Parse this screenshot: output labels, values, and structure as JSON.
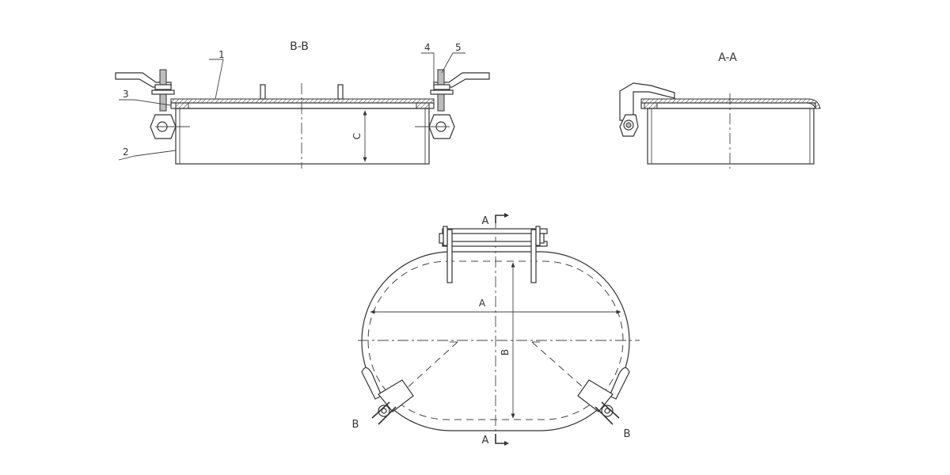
{
  "views": {
    "section_bb": {
      "title": "B-B",
      "dimension": "C"
    },
    "section_aa": {
      "title": "A-A"
    },
    "plan": {
      "dimension_a": "A",
      "dimension_b": "B"
    }
  },
  "balloons": [
    "1",
    "2",
    "3",
    "4",
    "5"
  ],
  "cut_markers": {
    "a_top": "A",
    "a_bottom": "A",
    "b_left": "B",
    "b_right": "B"
  }
}
